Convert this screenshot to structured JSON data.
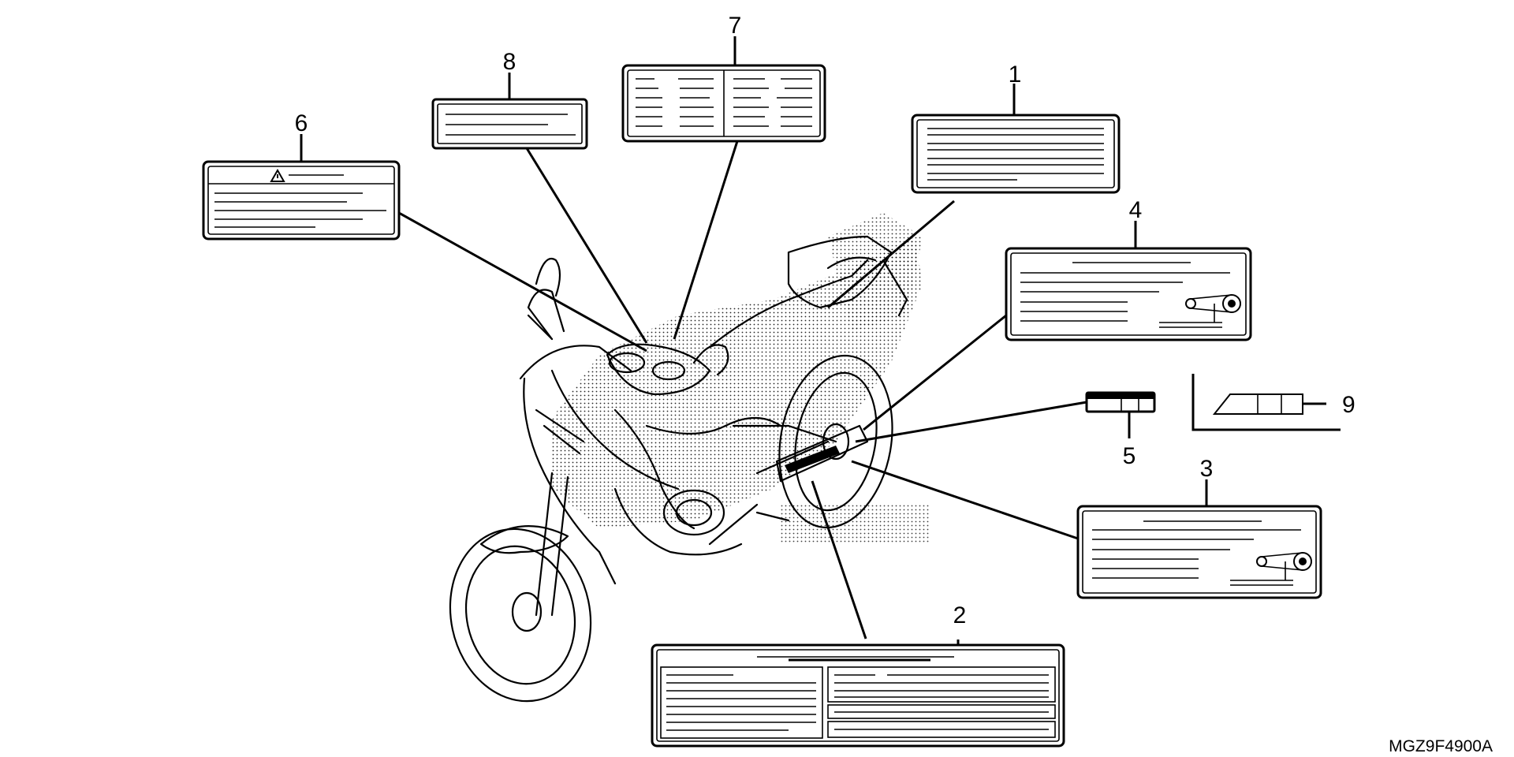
{
  "diagram_code": "MGZ9F4900A",
  "callouts": [
    {
      "number": "1",
      "part": "label-1"
    },
    {
      "number": "2",
      "part": "label-2"
    },
    {
      "number": "3",
      "part": "label-3"
    },
    {
      "number": "4",
      "part": "label-4"
    },
    {
      "number": "5",
      "part": "label-5"
    },
    {
      "number": "6",
      "part": "label-6"
    },
    {
      "number": "7",
      "part": "label-7"
    },
    {
      "number": "8",
      "part": "label-8"
    },
    {
      "number": "9",
      "part": "label-9"
    }
  ],
  "icons": {
    "warning": "warning-triangle-icon",
    "chain": "drive-chain-icon"
  }
}
